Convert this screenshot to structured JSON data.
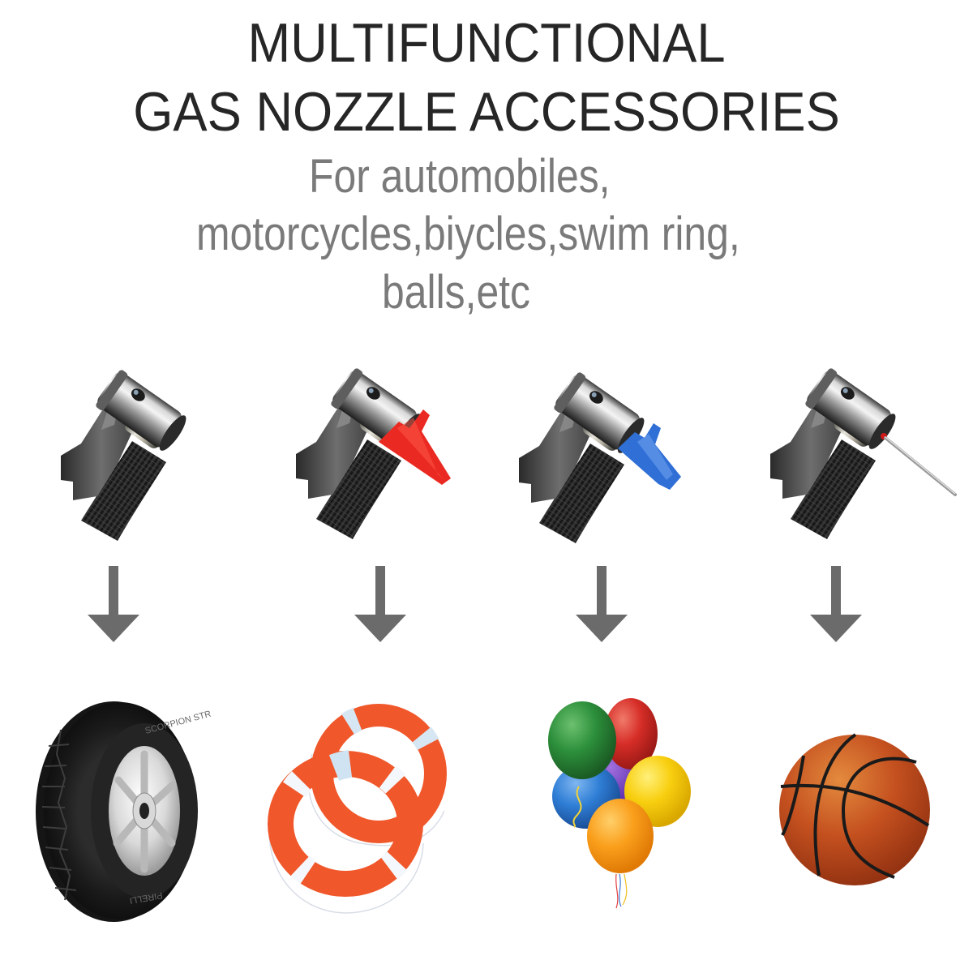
{
  "header": {
    "title_line_1": "MULTIFUNCTIONAL",
    "title_line_2": "GAS NOZZLE ACCESSORIES",
    "subtitle_line_1": "For automobiles,",
    "subtitle_line_2": "motorcycles,biycles,swim ring,",
    "subtitle_line_3": "balls,etc"
  },
  "colors": {
    "title": "#262626",
    "subtitle": "#7a7a7a",
    "arrow": "#6b6b6b",
    "red_adapter": "#ea2a22",
    "blue_adapter": "#2f6fd6",
    "life_ring": "#f0572a",
    "basketball": "#c4501f"
  },
  "columns": [
    {
      "nozzle": {
        "name": "air-chuck-nozzle",
        "attachment": "none"
      },
      "arrow": "arrow-down-icon",
      "target": {
        "name": "car-tire",
        "tire_brand": "PIRELLI",
        "tire_model": "SCORPION STR"
      }
    },
    {
      "nozzle": {
        "name": "air-chuck-with-red-cone-adapter",
        "attachment": "red-cone-adapter"
      },
      "arrow": "arrow-down-icon",
      "target": {
        "name": "life-rings"
      }
    },
    {
      "nozzle": {
        "name": "air-chuck-with-blue-adapter",
        "attachment": "blue-adapter"
      },
      "arrow": "arrow-down-icon",
      "target": {
        "name": "balloons"
      }
    },
    {
      "nozzle": {
        "name": "air-chuck-with-ball-needle",
        "attachment": "ball-needle"
      },
      "arrow": "arrow-down-icon",
      "target": {
        "name": "basketball"
      }
    }
  ]
}
